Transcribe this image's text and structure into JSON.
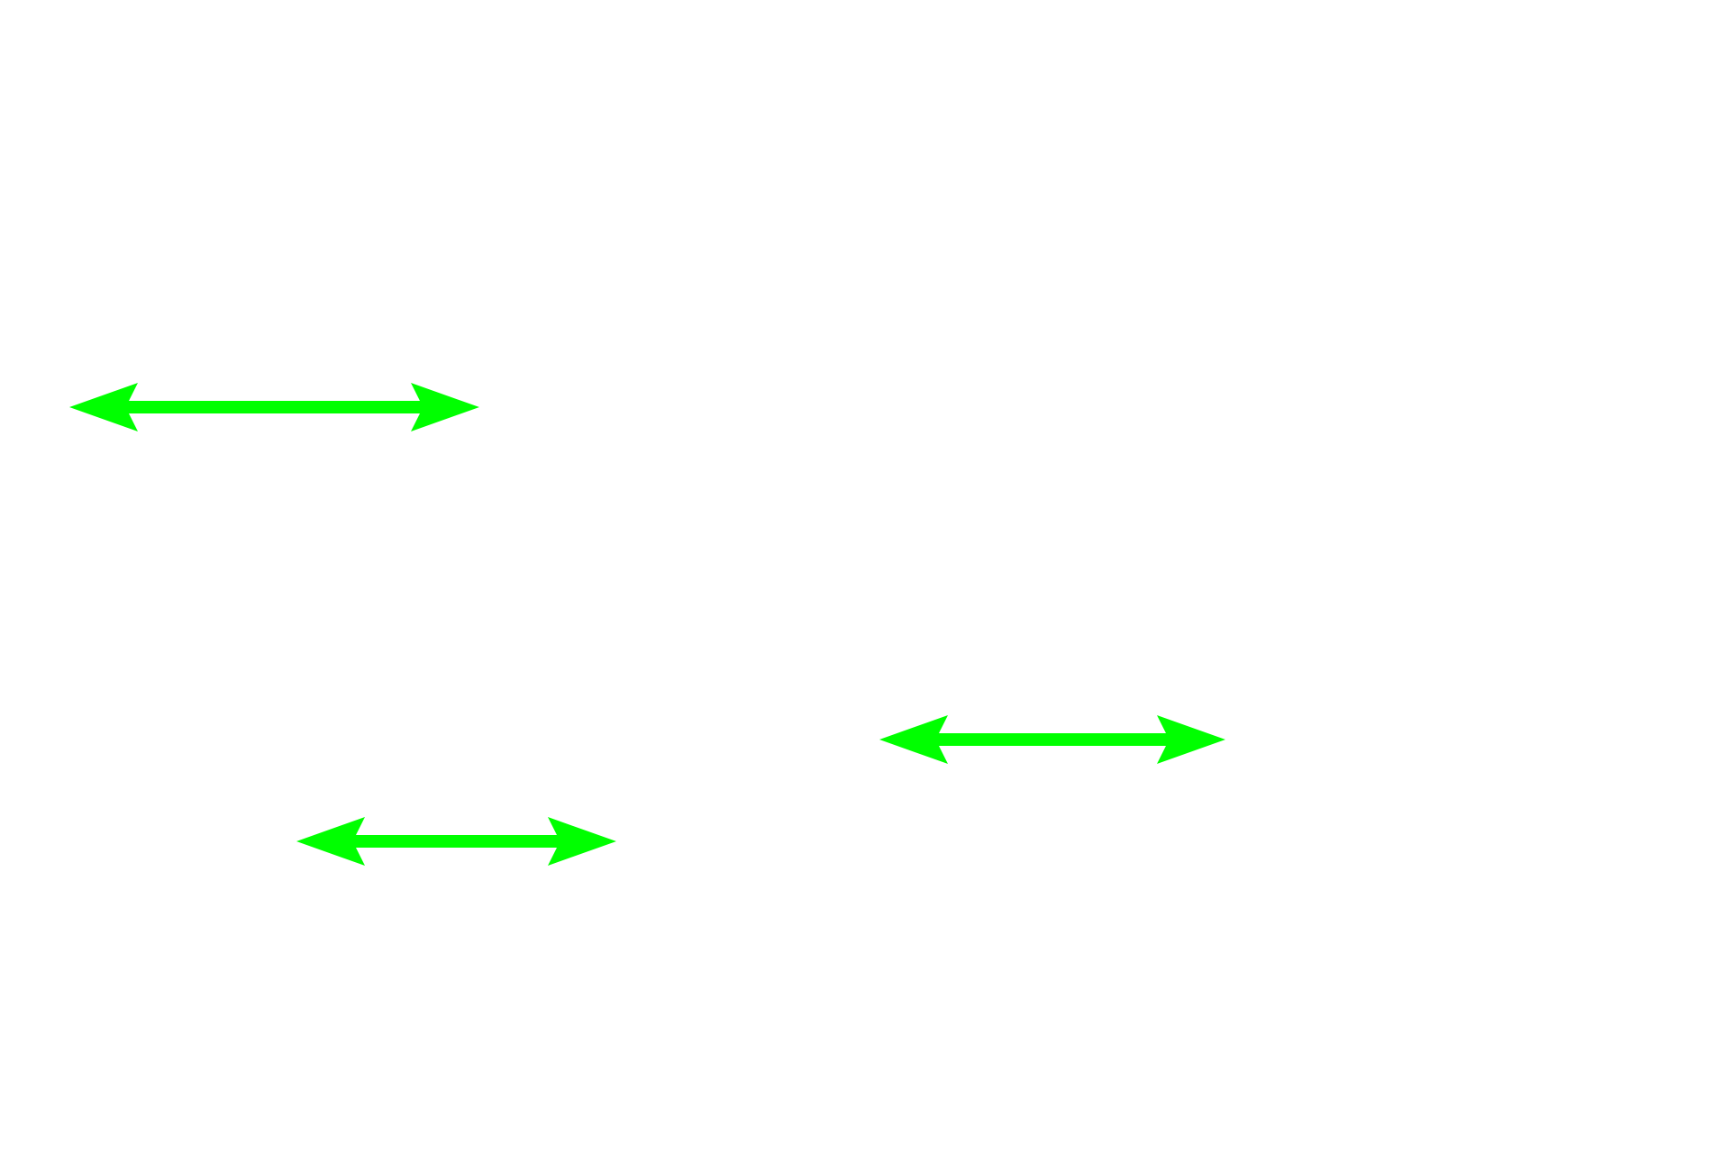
{
  "arrows": [
    {
      "name": "double-arrow-top-left",
      "color": "#00ff00",
      "icon": "double-headed-arrow-icon"
    },
    {
      "name": "double-arrow-middle-right",
      "color": "#00ff00",
      "icon": "double-headed-arrow-icon"
    },
    {
      "name": "double-arrow-lower-left",
      "color": "#00ff00",
      "icon": "double-headed-arrow-icon"
    }
  ]
}
